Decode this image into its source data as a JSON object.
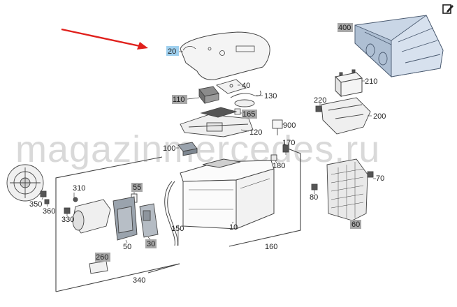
{
  "watermark": "magazinmercedes.ru",
  "colors": {
    "highlight_blue": "#9fd0ef",
    "highlight_gray": "#a8a8a8",
    "arrow_red": "#e0201c",
    "line": "#333333",
    "part_fill": "#eeeeee",
    "part_blue": "#c9d6e6"
  },
  "toolbar": {
    "edit_icon": "edit-icon"
  },
  "parts": {
    "p20": "20",
    "p40": "40",
    "p110": "110",
    "p130": "130",
    "p165": "165",
    "p120": "120",
    "p900": "900",
    "p100": "100",
    "p170": "170",
    "p180": "180",
    "p400": "400",
    "p210": "210",
    "p220": "220",
    "p200": "200",
    "p70": "70",
    "p80": "80",
    "p60": "60",
    "p310": "310",
    "p55": "55",
    "p350": "350",
    "p360": "360",
    "p330": "330",
    "p50": "50",
    "p30": "30",
    "p150": "150",
    "p10": "10",
    "p160": "160",
    "p260": "260",
    "p340": "340"
  }
}
